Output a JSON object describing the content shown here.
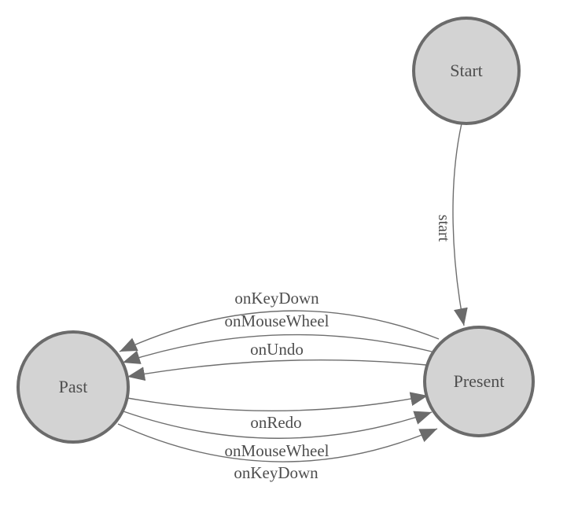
{
  "diagram": {
    "kind": "state-machine",
    "colors": {
      "background": "#ffffff",
      "node_fill": "#d3d3d3",
      "node_stroke": "#6b6b6b",
      "edge_stroke": "#6e6e6e",
      "arrow_fill": "#6b6b6b",
      "text": "#4e4e4e"
    },
    "nodes": [
      {
        "id": "start",
        "label": "Start"
      },
      {
        "id": "present",
        "label": "Present"
      },
      {
        "id": "past",
        "label": "Past"
      }
    ],
    "edges": [
      {
        "id": "start-to-present",
        "from": "Start",
        "to": "Present",
        "label": "start"
      },
      {
        "id": "present-to-past-keydown",
        "from": "Present",
        "to": "Past",
        "label": "onKeyDown"
      },
      {
        "id": "present-to-past-mousewheel",
        "from": "Present",
        "to": "Past",
        "label": "onMouseWheel"
      },
      {
        "id": "present-to-past-undo",
        "from": "Present",
        "to": "Past",
        "label": "onUndo"
      },
      {
        "id": "past-to-present-redo",
        "from": "Past",
        "to": "Present",
        "label": "onRedo"
      },
      {
        "id": "past-to-present-mousewheel",
        "from": "Past",
        "to": "Present",
        "label": "onMouseWheel"
      },
      {
        "id": "past-to-present-keydown",
        "from": "Past",
        "to": "Present",
        "label": "onKeyDown"
      }
    ]
  }
}
